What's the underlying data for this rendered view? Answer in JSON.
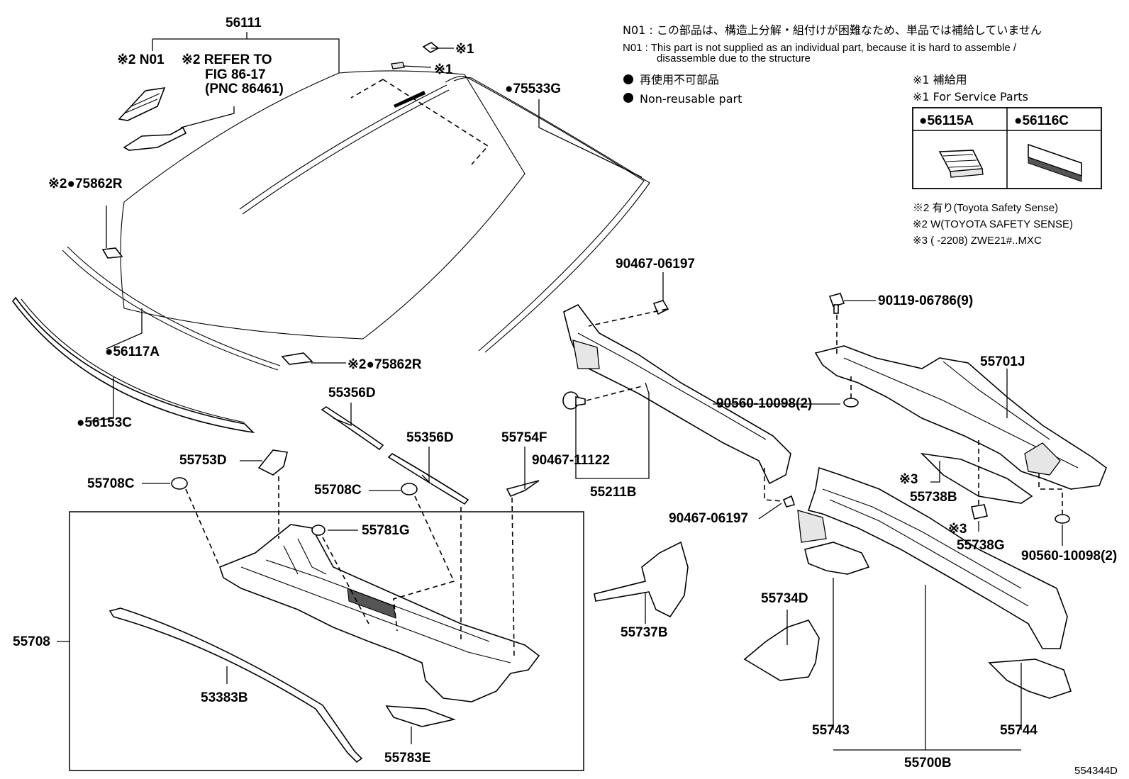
{
  "notes": {
    "n01_jp": "N01 : この部品は、構造上分解・組付けが困難なため、単品では補給していません",
    "n01_en_1": "N01 :  This part is not supplied as an individual part, because it is hard to assemble /",
    "n01_en_2": "disassemble due to the structure",
    "nonreuse_jp": "再使用不可部品",
    "nonreuse_en": "Non-reusable part",
    "s1_jp": "※1 補給用",
    "s1_en": "※1 For Service Parts",
    "s2_jp": "※2 有り(Toyota Safety Sense)",
    "s2_en": "※2 W(TOYOTA SAFETY SENSE)",
    "s3": "※3 (      -2208) ZWE21#..MXC"
  },
  "service_parts": {
    "left": "●56115A",
    "right": "●56116C"
  },
  "refer": {
    "line1": "※2 REFER TO",
    "line2": "FIG 86-17",
    "line3": "(PNC 86461)"
  },
  "labels": {
    "p56111": "56111",
    "n01": "※2 N01",
    "x1a": "※1",
    "x1b": "※1",
    "p75533g": "●75533G",
    "p75862r_top": "※2●75862R",
    "p56117a": "●56117A",
    "p75862r_bot": "※2●75862R",
    "p56153c": "●56153C",
    "p55356d_a": "55356D",
    "p55356d_b": "55356D",
    "p55754f": "55754F",
    "p55753d": "55753D",
    "p55708c_a": "55708C",
    "p55708c_b": "55708C",
    "p55781g": "55781G",
    "p55708": "55708",
    "p53383b": "53383B",
    "p55783e": "55783E",
    "p90467_06197_top": "90467-06197",
    "p90560_10098_a": "90560-10098(2)",
    "p90467_11122": "90467-11122",
    "p55211b": "55211B",
    "p90467_06197_bot": "90467-06197",
    "p90119": "90119-06786(9)",
    "p55701j": "55701J",
    "x3a": "※3",
    "p55738b": "55738B",
    "x3b": "※3",
    "p55738g": "55738G",
    "p90560_10098_b": "90560-10098(2)",
    "p55737b": "55737B",
    "p55734d": "55734D",
    "p55743": "55743",
    "p55744": "55744",
    "p55700b": "55700B",
    "fig_no": "554344D"
  }
}
